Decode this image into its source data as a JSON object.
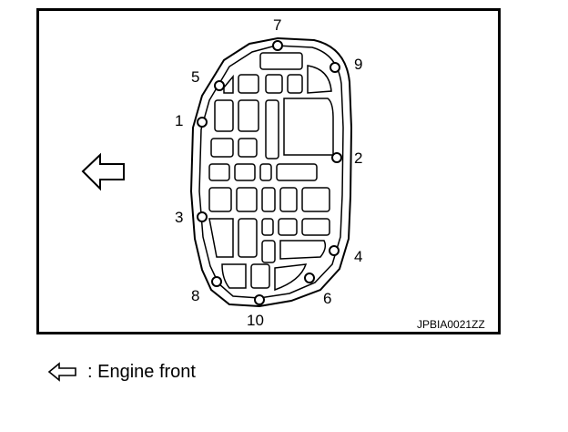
{
  "diagram": {
    "bolt_numbers": [
      "1",
      "2",
      "3",
      "4",
      "5",
      "6",
      "7",
      "8",
      "9",
      "10"
    ],
    "figure_code": "JPBIA0021ZZ"
  },
  "legend": {
    "text": ": Engine front",
    "icon": "arrow-left-outline-icon"
  },
  "colors": {
    "line": "#000000",
    "background": "#ffffff"
  }
}
